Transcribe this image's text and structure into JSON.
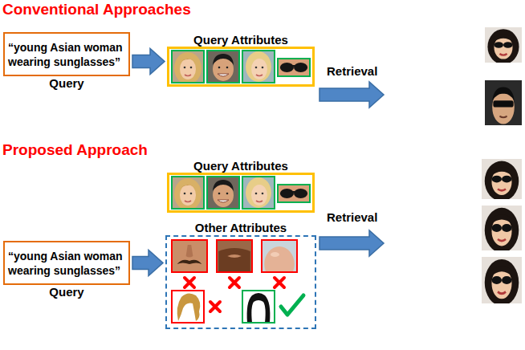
{
  "diagram": {
    "nodes": [
      {
        "text": [
          "“young Asian woman wearing sunglasses”",
          "Query"
        ]
      },
      {
        "text": [
          "Query Attributes"
        ]
      },
      {
        "text": [
          "Query Attributes"
        ]
      },
      {
        "text": [
          "“young Asian woman wearing sunglasses”",
          "Query"
        ]
      },
      {
        "text": [
          "Other Attributes"
        ]
      }
    ],
    "edges": [
      {
        "from": 0,
        "to": 1,
        "arrow": "to"
      },
      {
        "from": 3,
        "to": 4,
        "arrow": "to"
      }
    ],
    "labels": [
      "Conventional Approaches",
      "Retrieval",
      "Proposed Approach",
      "Retrieval"
    ]
  }
}
